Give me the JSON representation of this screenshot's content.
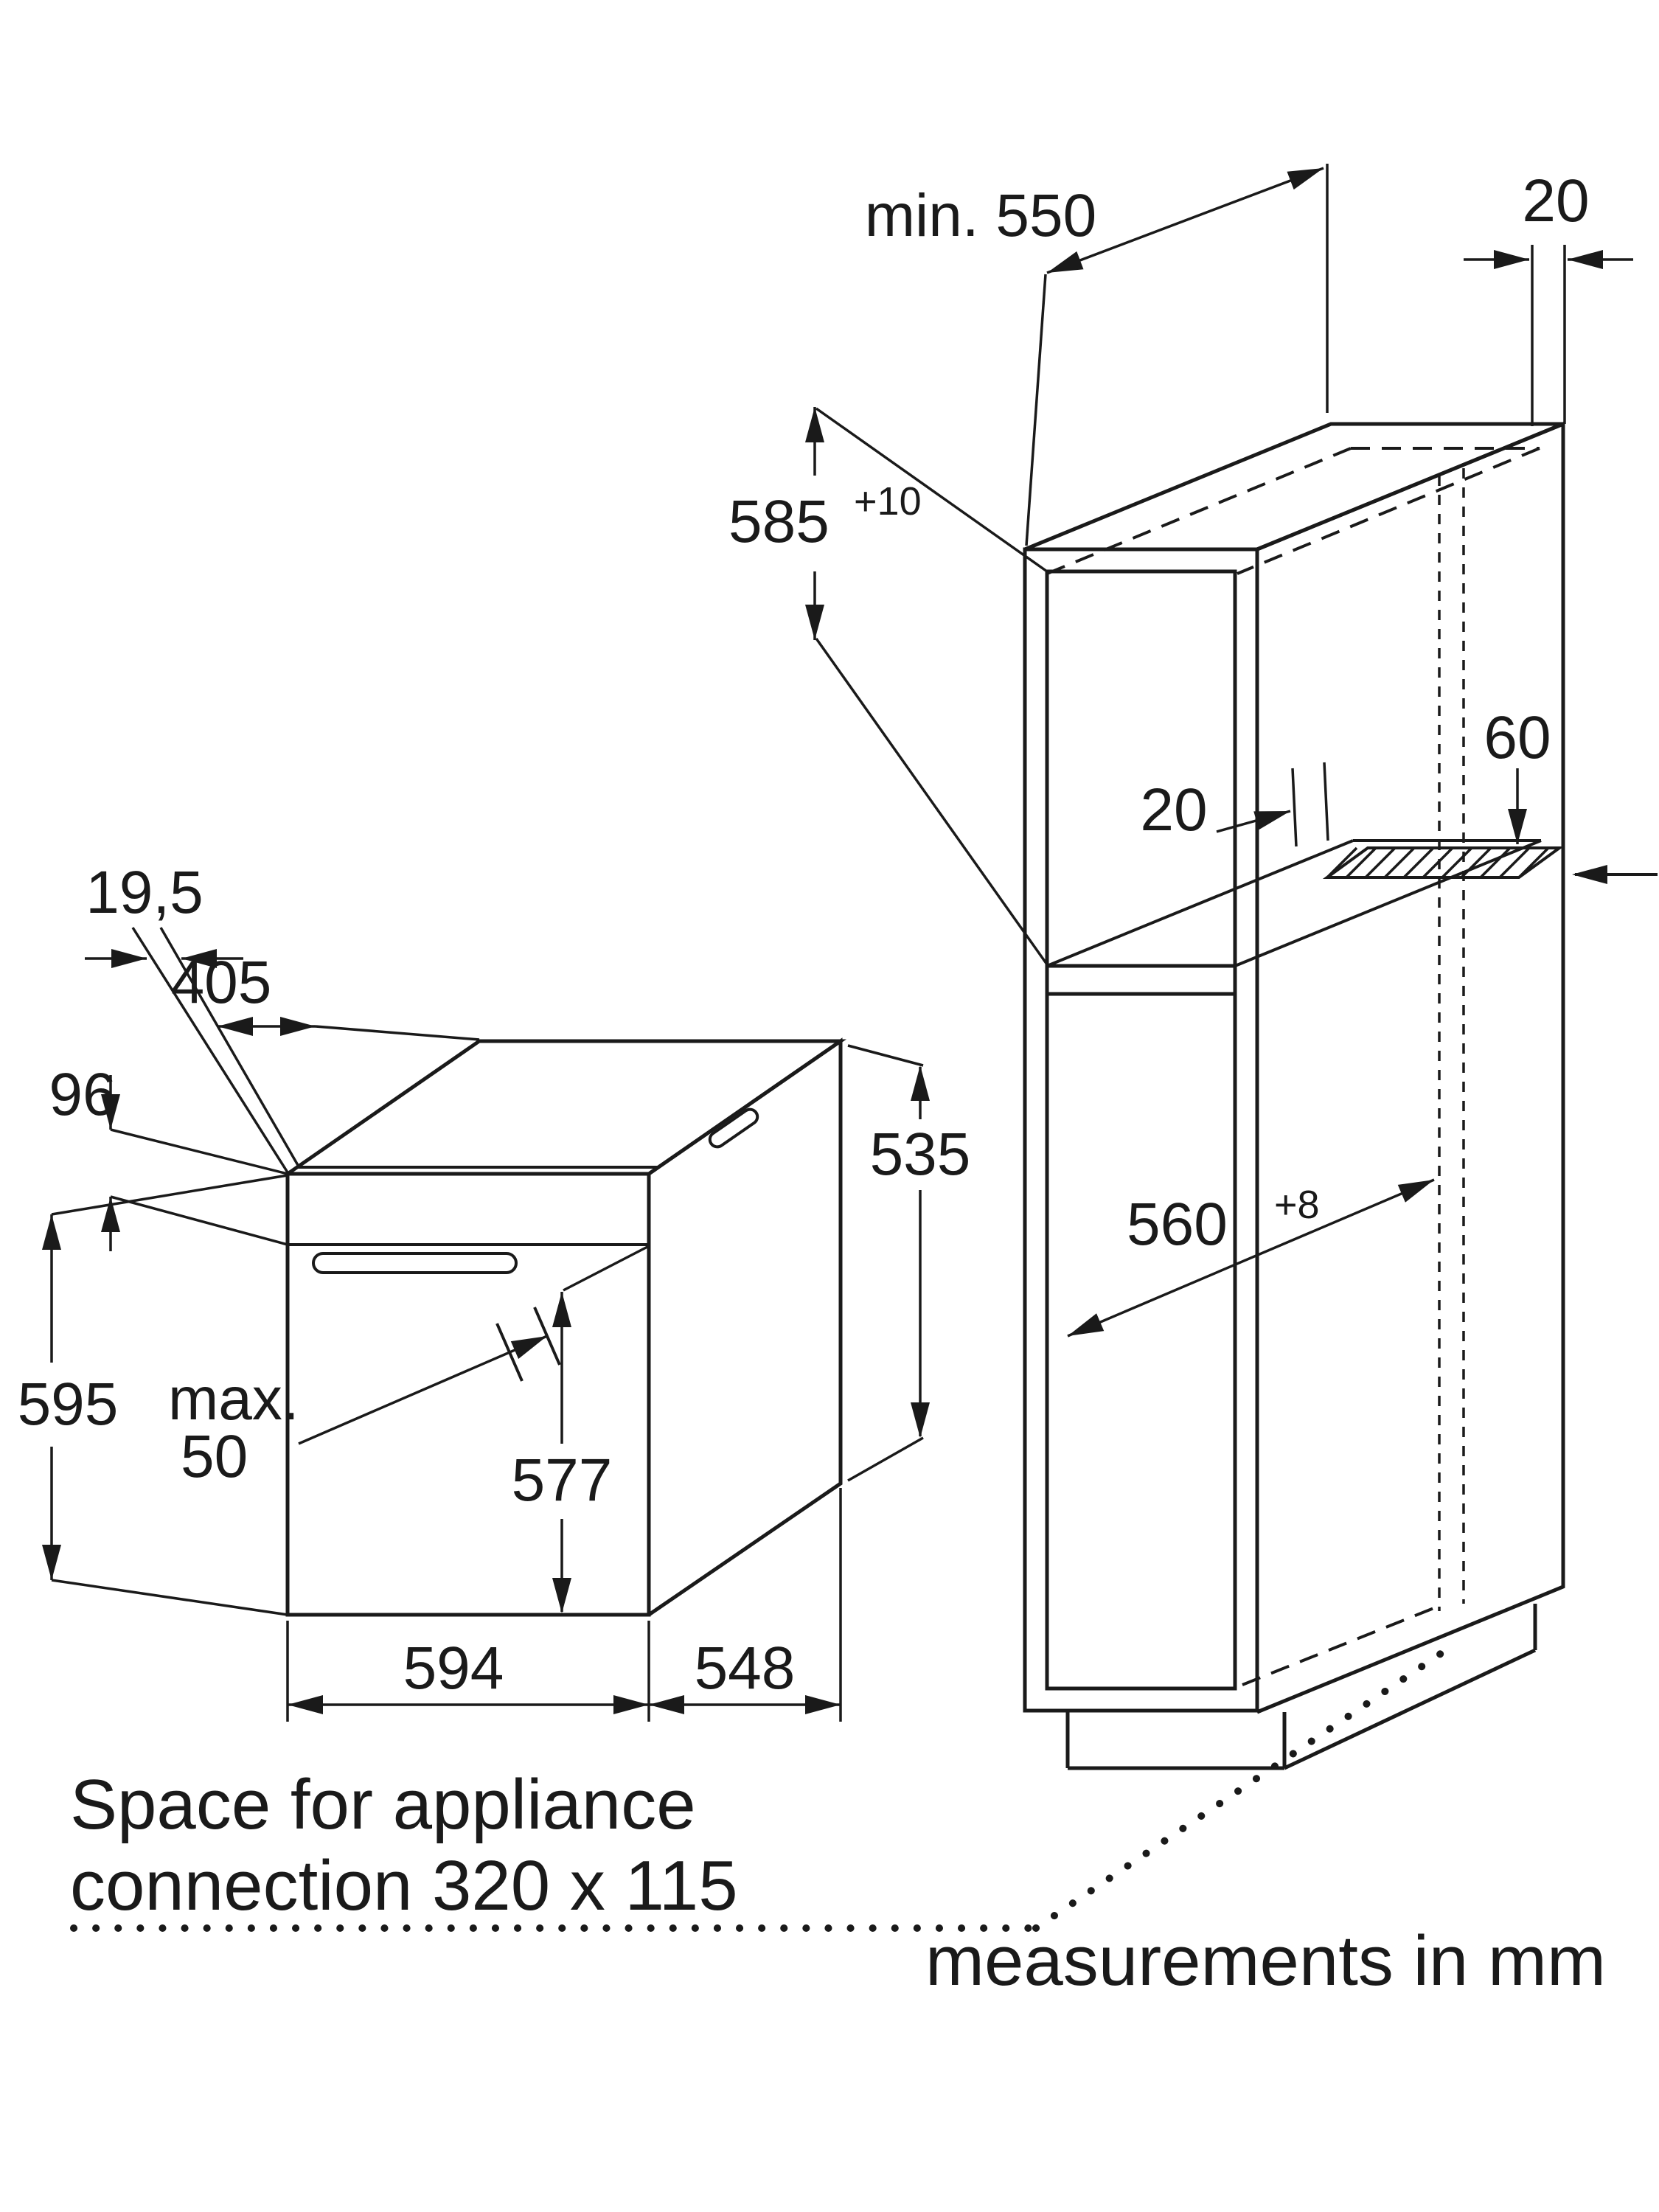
{
  "colors": {
    "line": "#1a1a1a",
    "background": "#ffffff"
  },
  "oven": {
    "front_height": "595",
    "panel_height": "96",
    "door_offset": "19,5",
    "top_depth": "405",
    "handle_max_label": "max.",
    "handle_max_value": "50",
    "front_width": "594",
    "body_depth": "548",
    "body_height": "577",
    "rear_height": "535"
  },
  "cabinet": {
    "min_depth": "min. 550",
    "panel_thickness": "20",
    "niche_height": "585",
    "niche_height_tolerance": "+10",
    "rear_gap": "20",
    "vent_depth": "60",
    "niche_width": "560",
    "niche_width_tolerance": "+8"
  },
  "notes": {
    "connection_space_line1": "Space for appliance",
    "connection_space_line2": "connection 320 x 115",
    "units_note": "measurements in mm"
  }
}
